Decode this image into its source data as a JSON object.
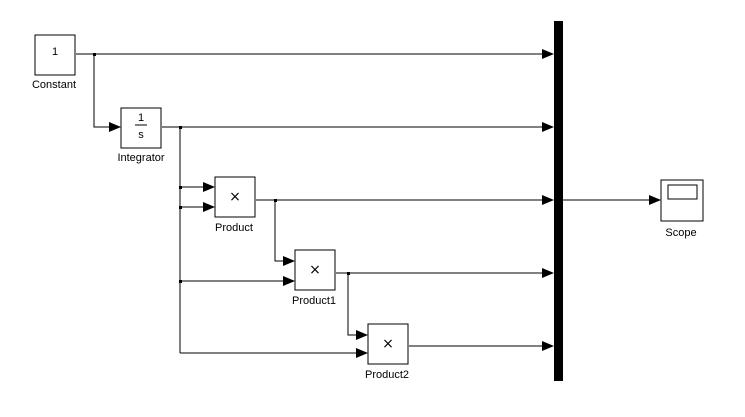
{
  "blocks": {
    "constant": {
      "label": "Constant",
      "value": "1"
    },
    "integrator": {
      "label": "Integrator",
      "numerator": "1",
      "denominator": "s"
    },
    "product": {
      "label": "Product",
      "symbol": "×"
    },
    "product1": {
      "label": "Product1",
      "symbol": "×"
    },
    "product2": {
      "label": "Product2",
      "symbol": "×"
    },
    "scope": {
      "label": "Scope",
      "icon": "scope-icon"
    }
  },
  "colors": {
    "line": "#000000",
    "block_fill": "#ffffff",
    "mux_bar": "#000000"
  }
}
